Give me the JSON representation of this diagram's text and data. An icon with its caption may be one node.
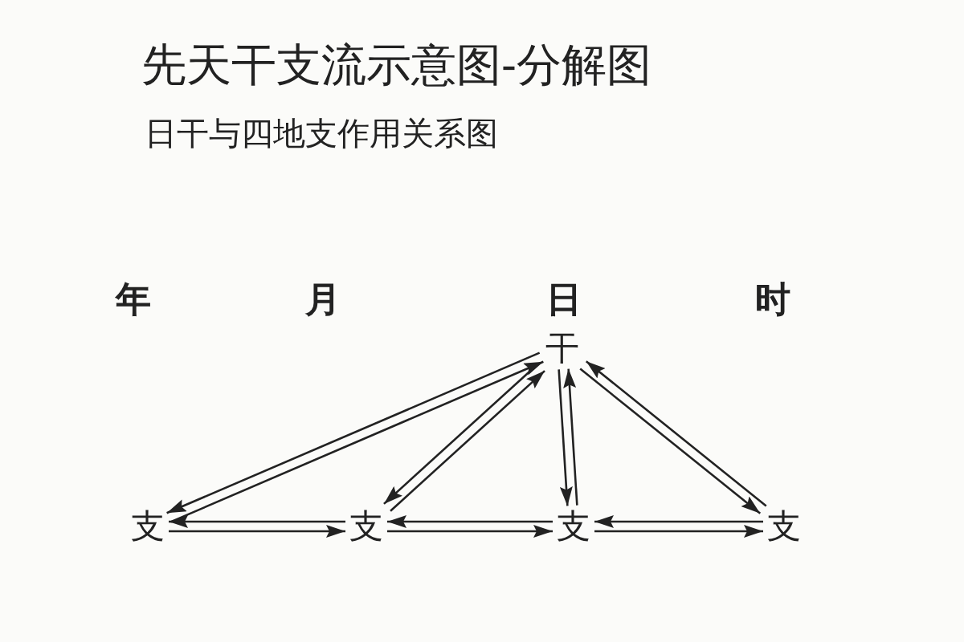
{
  "diagram": {
    "title": "先天干支流示意图-分解图",
    "nodes": [
      {
        "text": [
          "干"
        ]
      },
      {
        "text": [
          "支"
        ]
      },
      {
        "text": [
          "支"
        ]
      },
      {
        "text": [
          "支"
        ]
      },
      {
        "text": [
          "支"
        ]
      }
    ],
    "edges": [
      {
        "from": 0,
        "to": 1,
        "arrow": "to"
      },
      {
        "from": 1,
        "to": 0,
        "arrow": "to"
      },
      {
        "from": 0,
        "to": 2,
        "arrow": "to"
      },
      {
        "from": 2,
        "to": 0,
        "arrow": "to"
      },
      {
        "from": 0,
        "to": 3,
        "arrow": "to"
      },
      {
        "from": 3,
        "to": 0,
        "arrow": "to"
      },
      {
        "from": 0,
        "to": 4,
        "arrow": "to"
      },
      {
        "from": 4,
        "to": 0,
        "arrow": "to"
      },
      {
        "from": 1,
        "to": 2,
        "arrow": "to"
      },
      {
        "from": 2,
        "to": 1,
        "arrow": "to"
      },
      {
        "from": 2,
        "to": 3,
        "arrow": "to"
      },
      {
        "from": 3,
        "to": 2,
        "arrow": "to"
      },
      {
        "from": 3,
        "to": 4,
        "arrow": "to"
      },
      {
        "from": 4,
        "to": 3,
        "arrow": "to"
      }
    ],
    "labels": [
      "日干与四地支作用关系图",
      "年",
      "月",
      "日",
      "时"
    ]
  }
}
